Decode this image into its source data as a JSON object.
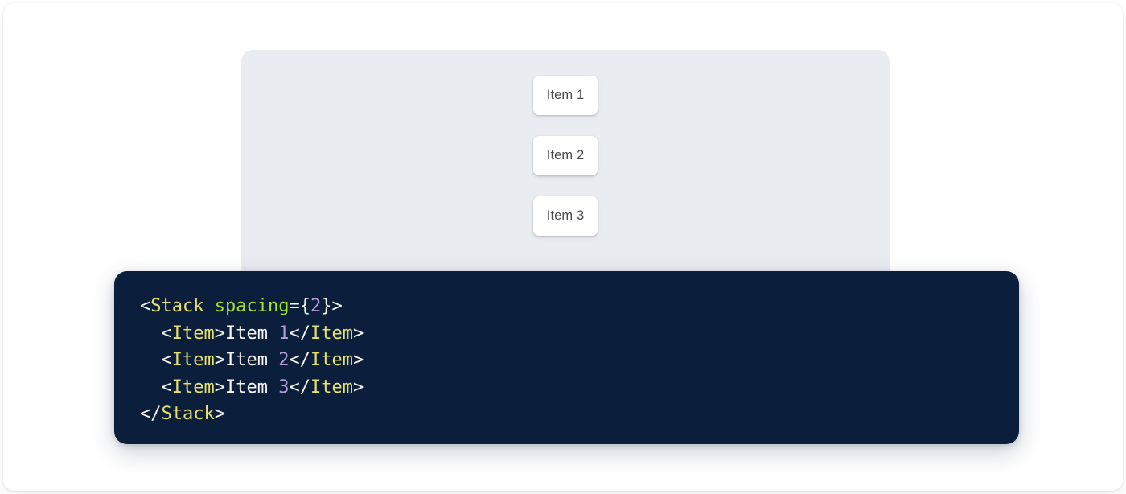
{
  "preview": {
    "panel_bg": "#e9ecf1",
    "items": [
      {
        "label": "Item 1"
      },
      {
        "label": "Item 2"
      },
      {
        "label": "Item 3"
      }
    ]
  },
  "code_block": {
    "background": "#0b1e3c",
    "language": "jsx",
    "colors": {
      "punctuation": "#f8f8f2",
      "tag": "#e6e06e",
      "attribute": "#a6e22e",
      "number": "#b39ddb",
      "text": "#f8f8f2"
    },
    "lines": [
      {
        "indent": "",
        "tokens": [
          {
            "t": "<",
            "k": "punct"
          },
          {
            "t": "Stack",
            "k": "tag"
          },
          {
            "t": " ",
            "k": "text"
          },
          {
            "t": "spacing",
            "k": "attr"
          },
          {
            "t": "={",
            "k": "punct"
          },
          {
            "t": "2",
            "k": "num"
          },
          {
            "t": "}>",
            "k": "punct"
          }
        ]
      },
      {
        "indent": "  ",
        "tokens": [
          {
            "t": "<",
            "k": "punct"
          },
          {
            "t": "Item",
            "k": "tag"
          },
          {
            "t": ">",
            "k": "punct"
          },
          {
            "t": "Item ",
            "k": "text"
          },
          {
            "t": "1",
            "k": "num"
          },
          {
            "t": "</",
            "k": "punct"
          },
          {
            "t": "Item",
            "k": "tag"
          },
          {
            "t": ">",
            "k": "punct"
          }
        ]
      },
      {
        "indent": "  ",
        "tokens": [
          {
            "t": "<",
            "k": "punct"
          },
          {
            "t": "Item",
            "k": "tag"
          },
          {
            "t": ">",
            "k": "punct"
          },
          {
            "t": "Item ",
            "k": "text"
          },
          {
            "t": "2",
            "k": "num"
          },
          {
            "t": "</",
            "k": "punct"
          },
          {
            "t": "Item",
            "k": "tag"
          },
          {
            "t": ">",
            "k": "punct"
          }
        ]
      },
      {
        "indent": "  ",
        "tokens": [
          {
            "t": "<",
            "k": "punct"
          },
          {
            "t": "Item",
            "k": "tag"
          },
          {
            "t": ">",
            "k": "punct"
          },
          {
            "t": "Item ",
            "k": "text"
          },
          {
            "t": "3",
            "k": "num"
          },
          {
            "t": "</",
            "k": "punct"
          },
          {
            "t": "Item",
            "k": "tag"
          },
          {
            "t": ">",
            "k": "punct"
          }
        ]
      },
      {
        "indent": "",
        "tokens": [
          {
            "t": "</",
            "k": "punct"
          },
          {
            "t": "Stack",
            "k": "tag"
          },
          {
            "t": ">",
            "k": "punct"
          }
        ]
      }
    ]
  }
}
